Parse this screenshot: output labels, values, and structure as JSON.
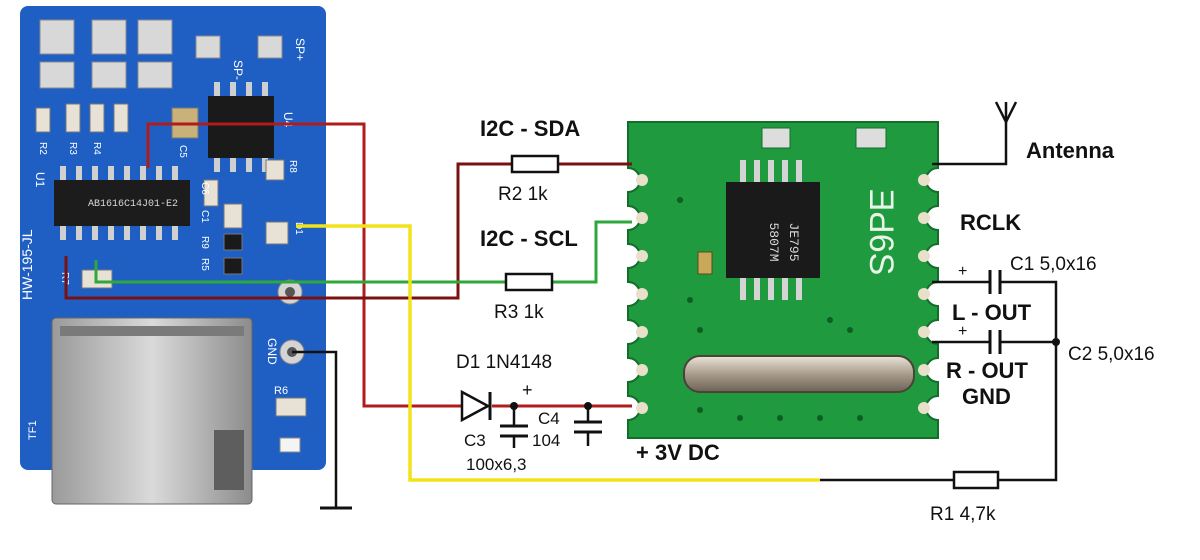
{
  "mp3_board": {
    "model": "HW-195-JL",
    "chip_marking": "AB1616C14J01-E2",
    "silk": {
      "sp_minus": "SP-",
      "sp_plus": "SP+",
      "u1": "U1",
      "u4": "U4",
      "r3": "R3",
      "r4": "R4",
      "r5": "R5",
      "r6": "R6",
      "r7": "R7",
      "r8": "R8",
      "r9": "R9",
      "c1": "C1",
      "c5": "C5",
      "c6": "C6",
      "d1": "D1",
      "gnd": "GND",
      "tf1": "TF1"
    }
  },
  "fm_module": {
    "chip_marking": "5807M",
    "chip_marking_2": "JE795",
    "silk_text": "ƎԀ6S"
  },
  "labels": {
    "i2c_sda": "I2C - SDA",
    "r2": "R2 1k",
    "i2c_scl": "I2C - SCL",
    "r3": "R3 1k",
    "d1": "D1 1N4148",
    "plus_sign": "+",
    "c4": "C4",
    "c4_value": "104",
    "c3": "C3",
    "c3_value": "100x6,3",
    "v3dc": "+ 3V DC",
    "antenna": "Antenna",
    "rclk": "RCLK",
    "c1": "C1  5,0x16",
    "c1_plus": "+",
    "l_out": "L - OUT",
    "c2_plus": "+",
    "c2": "C2  5,0x16",
    "r_out": "R - OUT",
    "gnd": "GND",
    "r1": "R1 4,7k"
  },
  "colors": {
    "board_blue": "#1f5fc4",
    "board_green": "#1f9a3f",
    "wire_red": "#b01c1c",
    "wire_darkred": "#7a1010",
    "wire_yellow": "#f2e21c",
    "wire_green": "#2ea83a",
    "wire_black": "#111111"
  }
}
